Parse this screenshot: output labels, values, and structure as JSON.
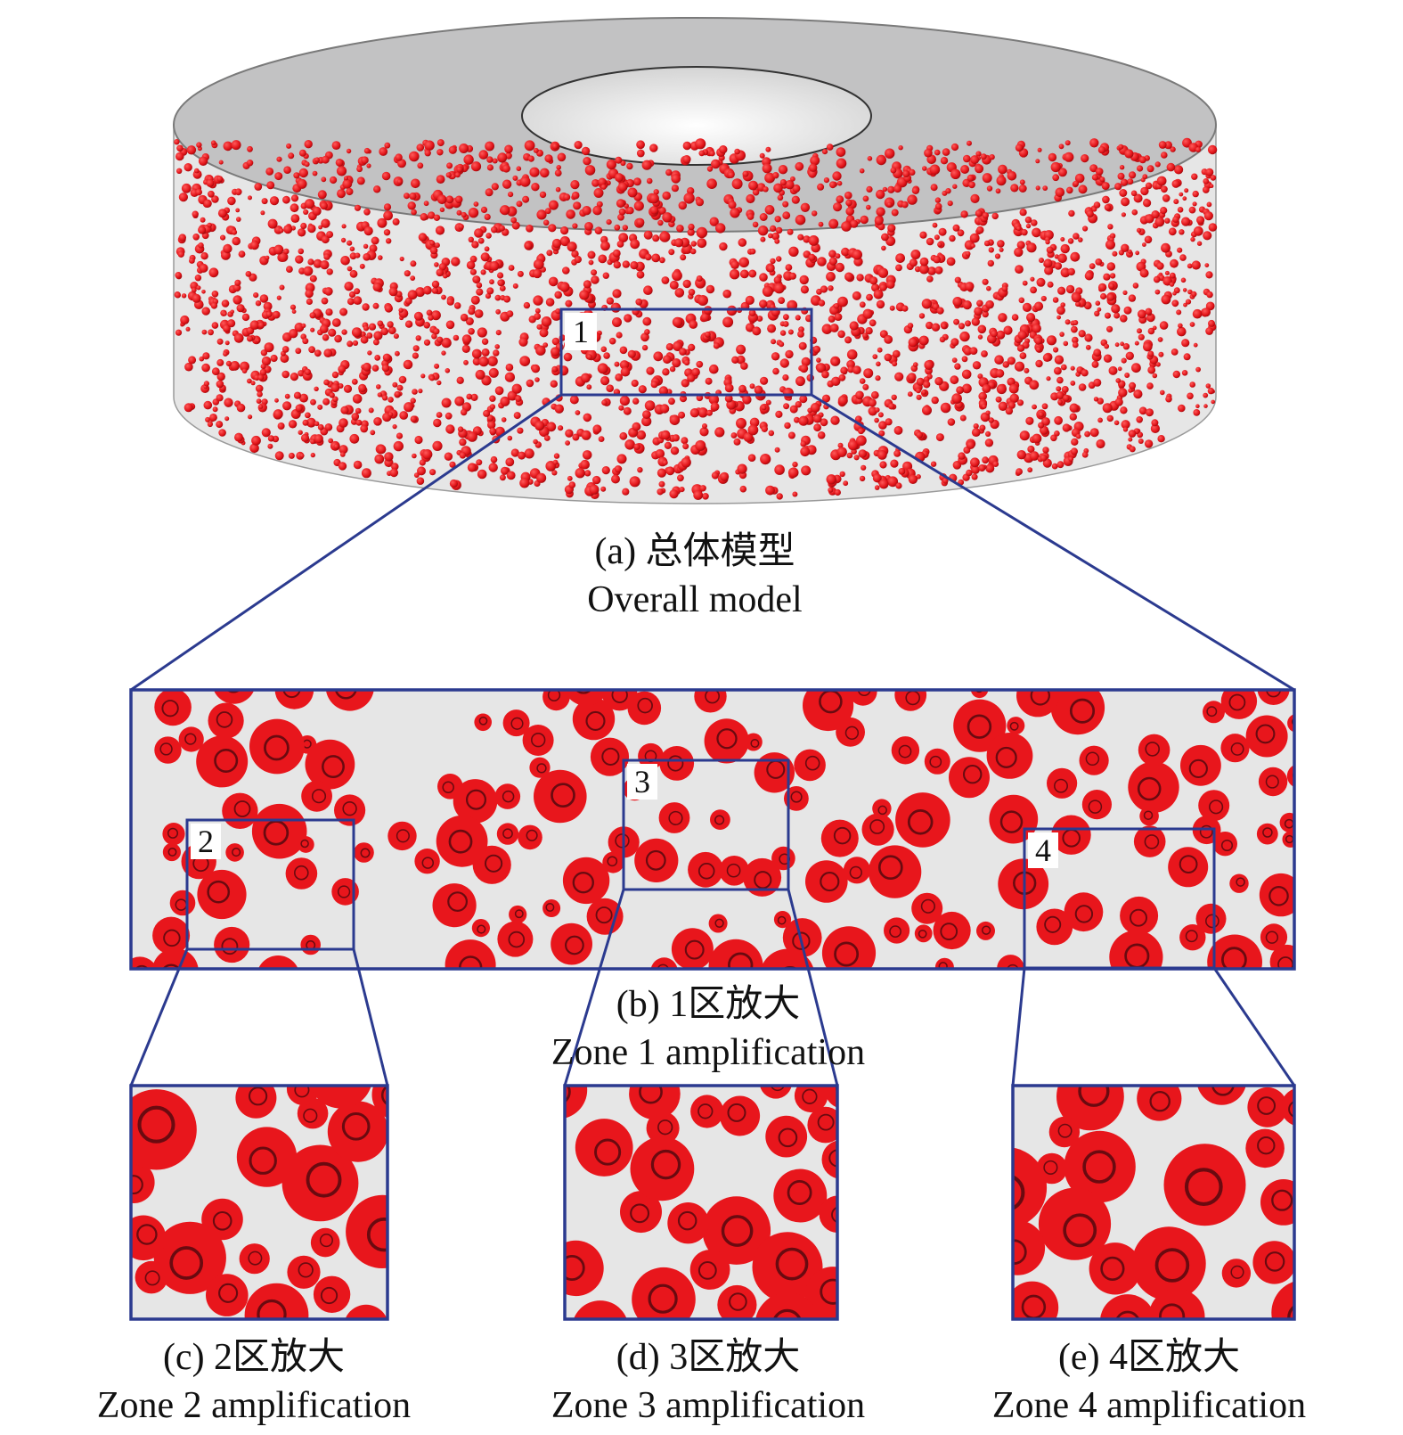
{
  "colors": {
    "particle": "#e8161c",
    "particle_dark": "#6a0a10",
    "matrix": "#e6e6e6",
    "top_face": "#c2c2c3",
    "frame": "#2b3a8f"
  },
  "zone_labels": [
    "1",
    "2",
    "3",
    "4"
  ],
  "captions": {
    "a": {
      "cn": "(a) 总体模型",
      "en": "Overall model"
    },
    "b": {
      "cn": "(b) 1区放大",
      "en": "Zone 1 amplification"
    },
    "c": {
      "cn": "(c) 2区放大",
      "en": "Zone 2 amplification"
    },
    "d": {
      "cn": "(d) 3区放大",
      "en": "Zone 3 amplification"
    },
    "e": {
      "cn": "(e) 4区放大",
      "en": "Zone 4 amplification"
    }
  }
}
